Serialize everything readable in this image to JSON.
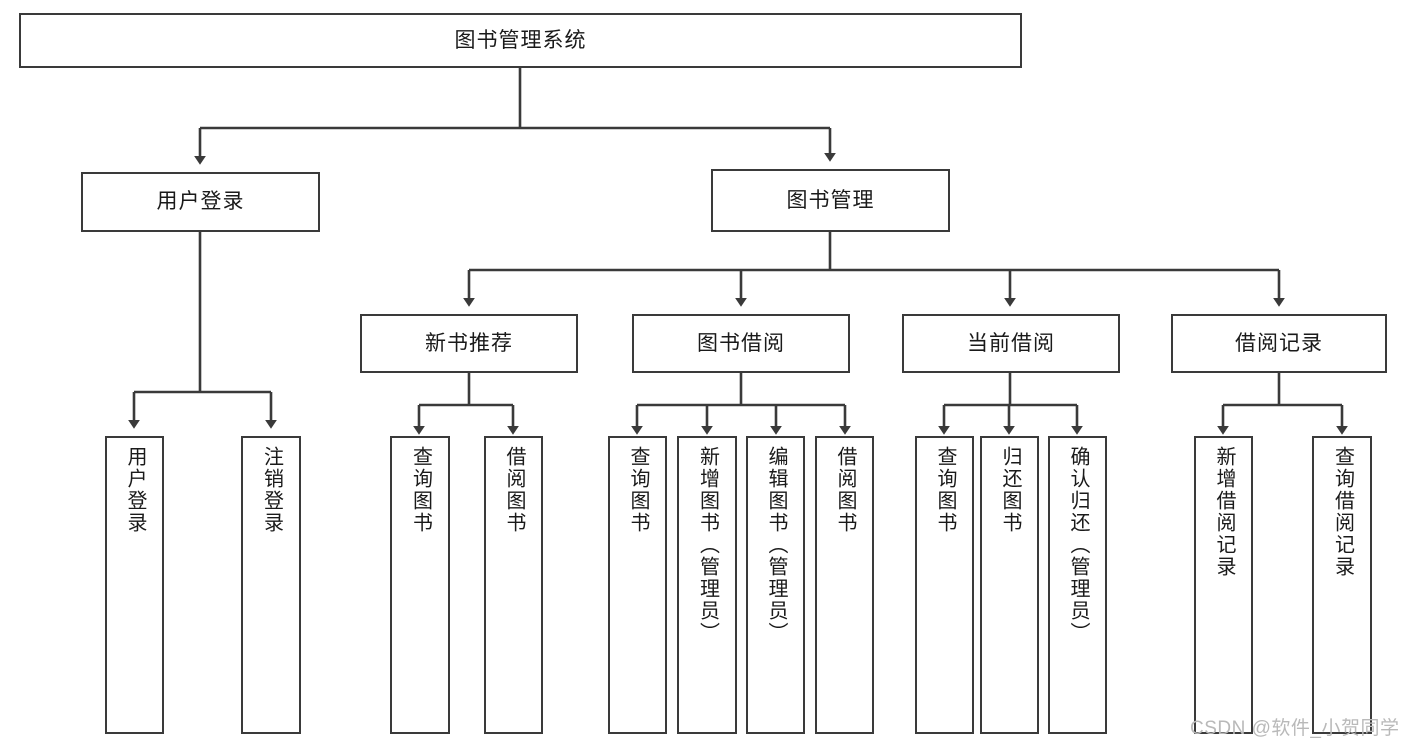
{
  "diagram": {
    "type": "tree-hierarchy-chart",
    "title": "图书管理系统",
    "stroke_color": "#3a3a3a",
    "fill_color": "#ffffff",
    "text_color": "#1a1a1a",
    "nodes": {
      "root": {
        "label": "图书管理系统",
        "level": 0,
        "orientation": "horizontal"
      },
      "l1": [
        {
          "id": "user-login",
          "label": "用户登录",
          "level": 1,
          "orientation": "horizontal"
        },
        {
          "id": "book-manage",
          "label": "图书管理",
          "level": 1,
          "orientation": "horizontal"
        }
      ],
      "l2": [
        {
          "id": "new-book-recommend",
          "label": "新书推荐",
          "level": 2,
          "orientation": "horizontal",
          "parent": "book-manage"
        },
        {
          "id": "book-borrow",
          "label": "图书借阅",
          "level": 2,
          "orientation": "horizontal",
          "parent": "book-manage"
        },
        {
          "id": "current-borrow",
          "label": "当前借阅",
          "level": 2,
          "orientation": "horizontal",
          "parent": "book-manage"
        },
        {
          "id": "borrow-record",
          "label": "借阅记录",
          "level": 2,
          "orientation": "horizontal",
          "parent": "book-manage"
        }
      ],
      "leaves": [
        {
          "id": "leaf-user-login",
          "label": "用户登录",
          "parent": "user-login",
          "orientation": "vertical"
        },
        {
          "id": "leaf-logout-login",
          "label": "注销登录",
          "parent": "user-login",
          "orientation": "vertical"
        },
        {
          "id": "leaf-query-book-1",
          "label": "查询图书",
          "parent": "new-book-recommend",
          "orientation": "vertical"
        },
        {
          "id": "leaf-borrow-book-1",
          "label": "借阅图书",
          "parent": "new-book-recommend",
          "orientation": "vertical"
        },
        {
          "id": "leaf-query-book-2",
          "label": "查询图书",
          "parent": "book-borrow",
          "orientation": "vertical"
        },
        {
          "id": "leaf-add-book-admin",
          "label": "新增图书（管理员）",
          "parent": "book-borrow",
          "orientation": "vertical"
        },
        {
          "id": "leaf-edit-book-admin",
          "label": "编辑图书（管理员）",
          "parent": "book-borrow",
          "orientation": "vertical"
        },
        {
          "id": "leaf-borrow-book-2",
          "label": "借阅图书",
          "parent": "book-borrow",
          "orientation": "vertical"
        },
        {
          "id": "leaf-query-book-3",
          "label": "查询图书",
          "parent": "current-borrow",
          "orientation": "vertical"
        },
        {
          "id": "leaf-return-book",
          "label": "归还图书",
          "parent": "current-borrow",
          "orientation": "vertical"
        },
        {
          "id": "leaf-confirm-return-admin",
          "label": "确认归还（管理员）",
          "parent": "current-borrow",
          "orientation": "vertical"
        },
        {
          "id": "leaf-add-borrow-record",
          "label": "新增借阅记录",
          "parent": "borrow-record",
          "orientation": "vertical"
        },
        {
          "id": "leaf-query-borrow-record",
          "label": "查询借阅记录",
          "parent": "borrow-record",
          "orientation": "vertical"
        }
      ]
    }
  },
  "watermark": {
    "text": "CSDN @软件_小贺同学"
  }
}
